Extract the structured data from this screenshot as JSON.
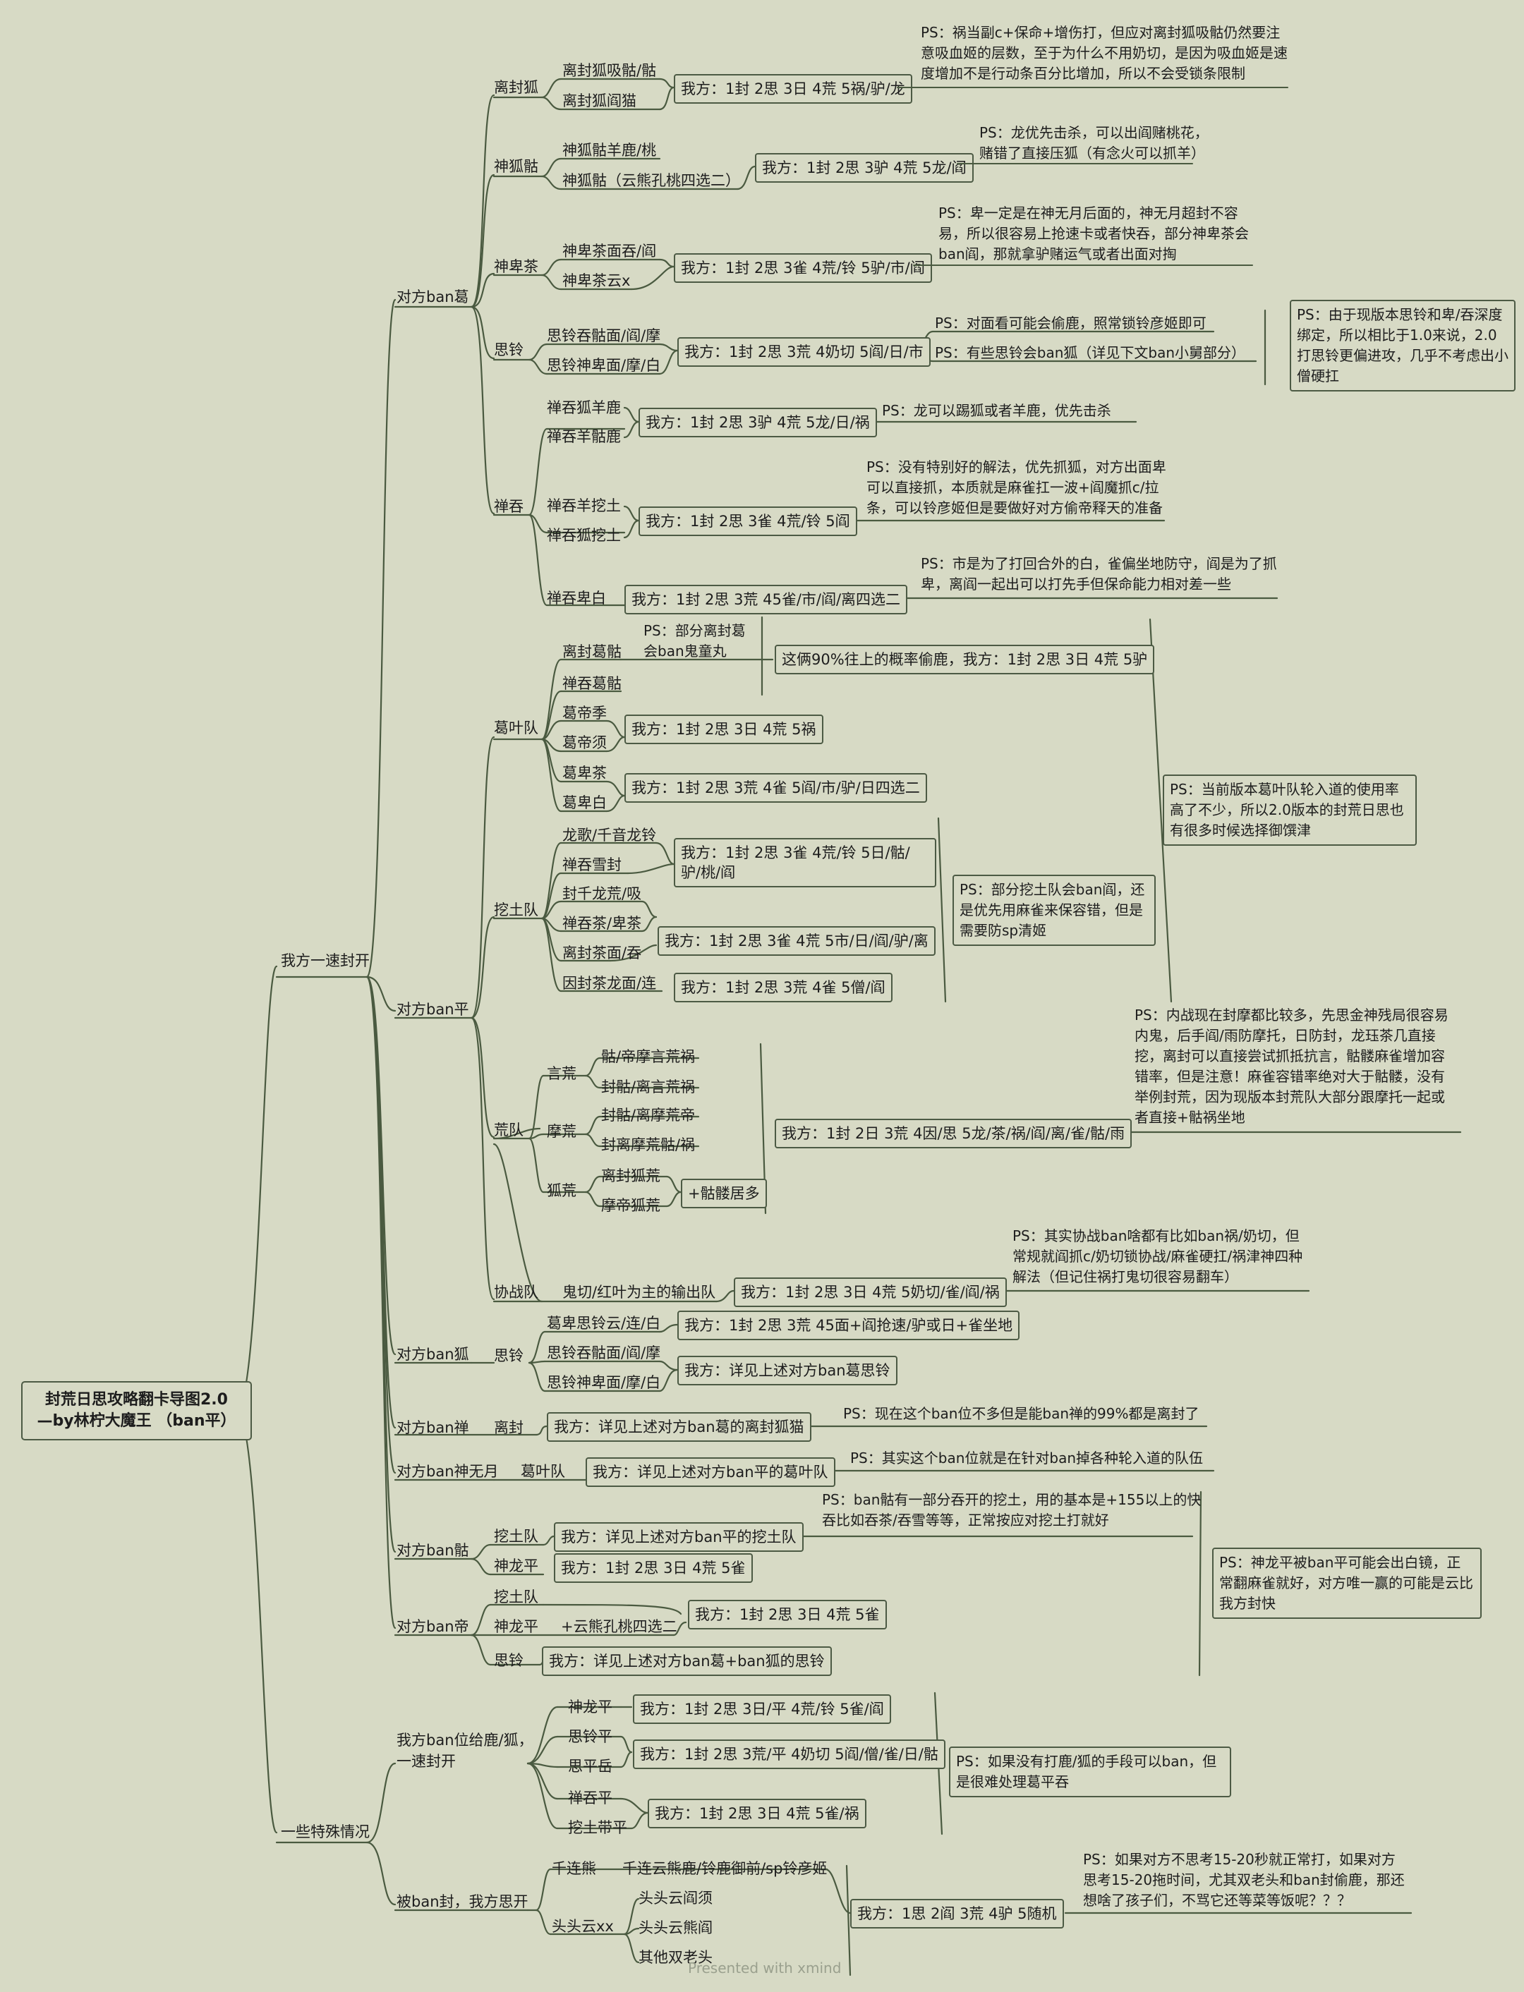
{
  "root": {
    "line1": "封荒日思攻略翻卡导图2.0",
    "line2": "—by林柠大魔王 （ban平）"
  },
  "main_a": "我方一速封开",
  "main_b": "一些特殊情况",
  "groups": {
    "ban_ge": "对方ban葛",
    "ban_ping": "对方ban平",
    "ban_hu": "对方ban狐",
    "ban_chan": "对方ban禅",
    "ban_wuyue": "对方ban神无月",
    "ban_tie": "对方ban骷",
    "ban_di": "对方ban帝",
    "spec1": "我方ban位给鹿/狐，\n一速封开",
    "spec2": "被ban封，我方思开"
  },
  "ge": {
    "lifeng": {
      "label": "离封狐",
      "items": [
        "离封狐吸骷/骷",
        "离封狐阎猫"
      ],
      "res": "我方：1封 2思 3日 4荒 5祸/驴/龙",
      "ps": "PS：祸当副c+保命+增伤打，但应对离封狐吸骷仍然要注意吸血姬的层数，至于为什么不用奶切，是因为吸血姬是速度增加不是行动条百分比增加，所以不会受锁条限制"
    },
    "shenhu": {
      "label": "神狐骷",
      "items": [
        "神狐骷羊鹿/桃",
        "神狐骷（云熊孔桃四选二）"
      ],
      "res": "我方：1封 2思 3驴 4荒 5龙/阎",
      "ps": "PS：龙优先击杀，可以出阎赌桃花，赌错了直接压狐（有念火可以抓羊）"
    },
    "shenbei": {
      "label": "神卑茶",
      "items": [
        "神卑茶面吞/阎",
        "神卑茶云x"
      ],
      "res": "我方：1封 2思 3雀 4荒/铃 5驴/市/阎",
      "ps": "PS：卑一定是在神无月后面的，神无月超封不容易，所以很容易上抢速卡或者快吞，部分神卑茶会ban阎，那就拿驴赌运气或者出面对掏"
    },
    "siling": {
      "label": "思铃",
      "items": [
        "思铃吞骷面/阎/摩",
        "思铃神卑面/摩/白"
      ],
      "res": "我方：1封 2思 3荒 4奶切 5阎/日/市",
      "ps1": "PS：对面看可能会偷鹿，照常锁铃彦姬即可",
      "ps2": "PS：有些思铃会ban狐（详见下文ban小舅部分）",
      "ps_big": "PS：由于现版本思铃和卑/吞深度绑定，所以相比于1.0来说，2.0打思铃更偏进攻，几乎不考虑出小僧硬扛"
    },
    "chantun": {
      "label": "禅吞",
      "a_items": [
        "禅吞狐羊鹿",
        "禅吞羊骷鹿"
      ],
      "a_res": "我方：1封 2思 3驴 4荒 5龙/日/祸",
      "a_ps": "PS：龙可以踢狐或者羊鹿，优先击杀",
      "b_items": [
        "禅吞羊挖土",
        "禅吞狐挖土"
      ],
      "b_res": "我方：1封 2思 3雀 4荒/铃 5阎",
      "b_ps": "PS：没有特别好的解法，优先抓狐，对方出面卑可以直接抓，本质就是麻雀扛一波+阎魔抓c/拉条，可以铃彦姬但是要做好对方偷帝释天的准备",
      "c_item": "禅吞卑白",
      "c_res": "我方：1封 2思 3荒 45雀/市/阎/离四选二",
      "c_ps": "PS：市是为了打回合外的白，雀偏坐地防守，阎是为了抓卑，离阎一起出可以打先手但保命能力相对差一些"
    }
  },
  "ping": {
    "geye": {
      "label": "葛叶队",
      "items": [
        "离封葛骷",
        "禅吞葛骷",
        "葛帝季",
        "葛帝须",
        "葛卑茶",
        "葛卑白"
      ],
      "ps_small": "PS：部分离封葛\n会ban鬼童丸",
      "res1": "这俩90%往上的概率偷鹿，我方：1封 2思 3日 4荒 5驴",
      "res2": "我方：1封 2思 3日 4荒 5祸",
      "res3": "我方：1封 2思 3荒 4雀 5阎/市/驴/日四选二"
    },
    "ps_geye_big": "PS：当前版本葛叶队轮入道的使用率高了不少，所以2.0版本的封荒日思也有很多时候选择御馔津",
    "watu": {
      "label": "挖土队",
      "items": [
        "龙歌/千音龙铃",
        "禅吞雪封",
        "封千龙荒/吸",
        "禅吞茶/卑茶",
        "离封茶面/吞",
        "因封茶龙面/连"
      ],
      "res1": "我方：1封 2思 3雀 4荒/铃 5日/骷/驴/桃/阎",
      "res2": "我方：1封 2思 3雀 4荒 5市/日/阎/驴/离",
      "res3": "我方：1封 2思 3荒 4雀 5僧/阎",
      "ps": "PS：部分挖土队会ban阎，还是优先用麻雀来保容错，但是需要防sp清姬"
    },
    "huang": {
      "label": "荒队",
      "yan": "言荒",
      "yan_items": [
        "骷/帝摩言荒祸",
        "封骷/离言荒祸"
      ],
      "mo": "摩荒",
      "mo_items": [
        "封骷/离摩荒帝",
        "封离摩荒骷/祸"
      ],
      "hu": "狐荒",
      "hu_items": [
        "离封狐荒",
        "摩帝狐荒"
      ],
      "hu_res": "+骷髅居多",
      "res": "我方：1封 2日 3荒 4因/思 5龙/茶/祸/阎/离/雀/骷/雨",
      "ps": "PS：内战现在封摩都比较多，先思金神残局很容易内鬼，后手阎/雨防摩托，日防封，龙珏茶几直接挖，离封可以直接尝试抓抵抗言，骷髅麻雀增加容错率，但是注意！麻雀容错率绝对大于骷髅，没有举例封荒，因为现版本封荒队大部分跟摩托一起或者直接+骷祸坐地"
    },
    "xiezhan": {
      "label": "协战队",
      "item": "鬼切/红叶为主的输出队",
      "res": "我方：1封 2思 3日 4荒 5奶切/雀/阎/祸",
      "ps": "PS：其实协战ban啥都有比如ban祸/奶切，但常规就阎抓c/奶切锁协战/麻雀硬扛/祸津神四种解法（但记住祸打鬼切很容易翻车）"
    }
  },
  "hu": {
    "label": "思铃",
    "items": [
      "葛卑思铃云/连/白",
      "思铃吞骷面/阎/摩",
      "思铃神卑面/摩/白"
    ],
    "res1": "我方：1封 2思 3荒 45面+阎抢速/驴或日+雀坐地",
    "res2": "我方：详见上述对方ban葛思铃"
  },
  "chan": {
    "label": "离封",
    "res": "我方：详见上述对方ban葛的离封狐猫",
    "ps": "PS：现在这个ban位不多但是能ban禅的99%都是离封了"
  },
  "wuyue": {
    "label": "葛叶队",
    "res": "我方：详见上述对方ban平的葛叶队",
    "ps": "PS：其实这个ban位就是在针对ban掉各种轮入道的队伍"
  },
  "tie": {
    "a": "挖土队",
    "a_res": "我方：详见上述对方ban平的挖土队",
    "b": "神龙平",
    "b_res": "我方：1封 2思 3日 4荒 5雀",
    "ps": "PS：ban骷有一部分吞开的挖土，用的基本是+155以上的快吞比如吞茶/吞雪等等，正常按应对挖土打就好"
  },
  "di": {
    "a": "挖土队",
    "b": "神龙平",
    "b_item": "+云熊孔桃四选二",
    "res": "我方：1封 2思 3日 4荒 5雀",
    "c": "思铃",
    "c_res": "我方：详见上述对方ban葛+ban狐的思铃"
  },
  "ps_tie_di": "PS：神龙平被ban平可能会出白镜，正常翻麻雀就好，对方唯一赢的可能是云比我方封快",
  "spec1": {
    "items": [
      "神龙平",
      "思铃平",
      "思平岳",
      "禅吞平",
      "挖土带平"
    ],
    "res1": "我方：1封 2思 3日/平 4荒/铃 5雀/阎",
    "res2": "我方：1封 2思 3荒/平 4奶切 5阎/僧/雀/日/骷",
    "res3": "我方：1封 2思 3日 4荒 5雀/祸",
    "ps": "PS：如果没有打鹿/狐的手段可以ban，但是很难处理葛平吞"
  },
  "spec2": {
    "a": "千连熊",
    "a_item": "千连云熊鹿/铃鹿御前/sp铃彦姬",
    "b": "头头云xx",
    "b_items": [
      "头头云阎须",
      "头头云熊阎",
      "其他双老头"
    ],
    "res": "我方：1思 2阎 3荒 4驴 5随机",
    "ps": "PS：如果对方不思考15-20秒就正常打，如果对方思考15-20拖时间，尤其双老头和ban封偷鹿，那还想啥了孩子们，不骂它还等菜等饭呢？？？"
  },
  "watermark": "Presented with xmind",
  "colors": {
    "bg": "#d7dac5",
    "line": "#4a5a40"
  }
}
